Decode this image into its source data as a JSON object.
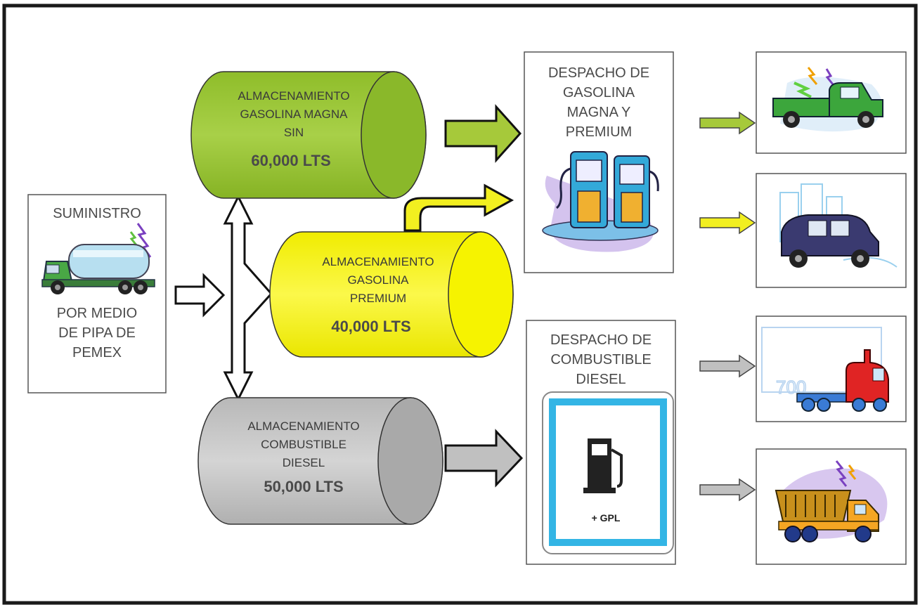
{
  "colors": {
    "magna": "#9cc43a",
    "premium": "#f4f000",
    "diesel": "#c3c3c3",
    "arrow_green": "#a6c93a",
    "arrow_yellow": "#f2ef20",
    "arrow_gray": "#c0c0c0"
  },
  "supply": {
    "line1": "SUMINISTRO",
    "line2": "POR MEDIO",
    "line3": "DE PIPA DE",
    "line4": "PEMEX",
    "icon": "tanker-truck-icon"
  },
  "tanks": {
    "magna": {
      "line1": "ALMACENAMIENTO",
      "line2": "GASOLINA MAGNA",
      "line3": "SIN",
      "capacity": "60,000 LTS"
    },
    "premium": {
      "line1": "ALMACENAMIENTO",
      "line2": "GASOLINA",
      "line3": "PREMIUM",
      "capacity": "40,000 LTS"
    },
    "diesel": {
      "line1": "ALMACENAMIENTO",
      "line2": "COMBUSTIBLE",
      "line3": "DIESEL",
      "capacity": "50,000 LTS"
    }
  },
  "dispatch_gas": {
    "line1": "DESPACHO DE",
    "line2": "GASOLINA",
    "line3": "MAGNA Y",
    "line4": "PREMIUM",
    "icon": "fuel-pumps-icon"
  },
  "dispatch_diesel": {
    "line1": "DESPACHO DE",
    "line2": "COMBUSTIBLE",
    "line3": "DIESEL",
    "sign_label": "+ GPL",
    "icon": "fuel-station-sign-icon"
  },
  "vehicles": [
    "pickup-truck-icon",
    "taxi-car-icon",
    "semi-truck-icon",
    "dump-truck-icon"
  ]
}
